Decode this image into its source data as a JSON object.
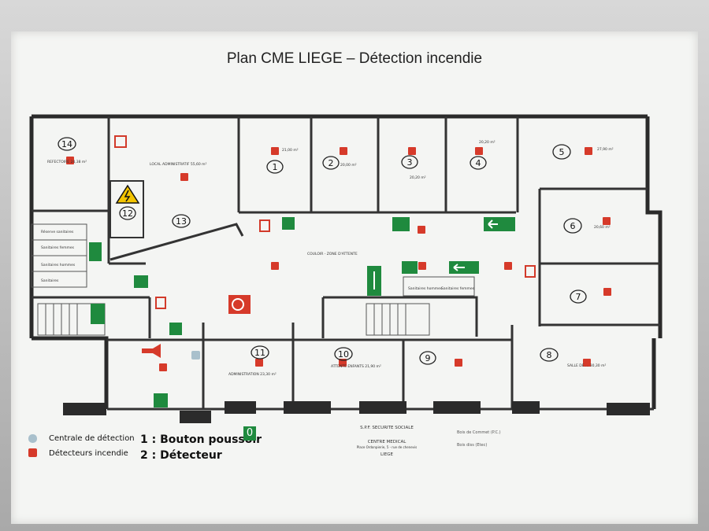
{
  "title": "Plan CME LIEGE – Détection incendie",
  "legend": {
    "central_label": "Centrale de détection",
    "detector_label": "Détecteurs incendie",
    "central_color": "#a9c0cc",
    "detector_color": "#d63a2a",
    "key1": "1 : Bouton poussoir",
    "key1_icon": "0",
    "key2": "2 : Détecteur"
  },
  "stamp": {
    "line1": "S.P.F. SECURITE SOCIALE",
    "line2": "CENTRE MEDICAL",
    "line3": "Place Ordonpierie, 5 - rue de chenevis",
    "line4": "LIEGE"
  },
  "handwritten": [
    "Bois de Commet (P.C.)",
    "Bois diss (Etec)"
  ],
  "rooms": [
    {
      "num": "14",
      "label": "REFECTOIRE  24,38 m²"
    },
    {
      "num": "13",
      "label": "LOCAL ADMINISTRATIF  55,60 m²"
    },
    {
      "num": "12",
      "label": ""
    },
    {
      "num": "1",
      "label": "21,00 m²"
    },
    {
      "num": "2",
      "label": "20,00 m²"
    },
    {
      "num": "3",
      "label": "20,20 m²"
    },
    {
      "num": "4",
      "label": "20,20 m²"
    },
    {
      "num": "5",
      "label": "27,90 m²"
    },
    {
      "num": "6",
      "label": "20,60 m²"
    },
    {
      "num": "7",
      "label": ""
    },
    {
      "num": "8",
      "label": "SALLE DE ... 30,30 m²"
    },
    {
      "num": "9",
      "label": ""
    },
    {
      "num": "10",
      "label": "ATTENTE ENFANTS  21,90 m²"
    },
    {
      "num": "11",
      "label": "ADMINISTRATION  23,30 m²"
    }
  ],
  "corridor_label": "COULOIR - ZONE D'ATTENTE",
  "small_labels": [
    "Réserve sanitaires",
    "Sanitaires femmes",
    "Sanitaires hommes",
    "Sanitaires hommes",
    "Sanitaires femmes",
    "Sanitaires"
  ]
}
